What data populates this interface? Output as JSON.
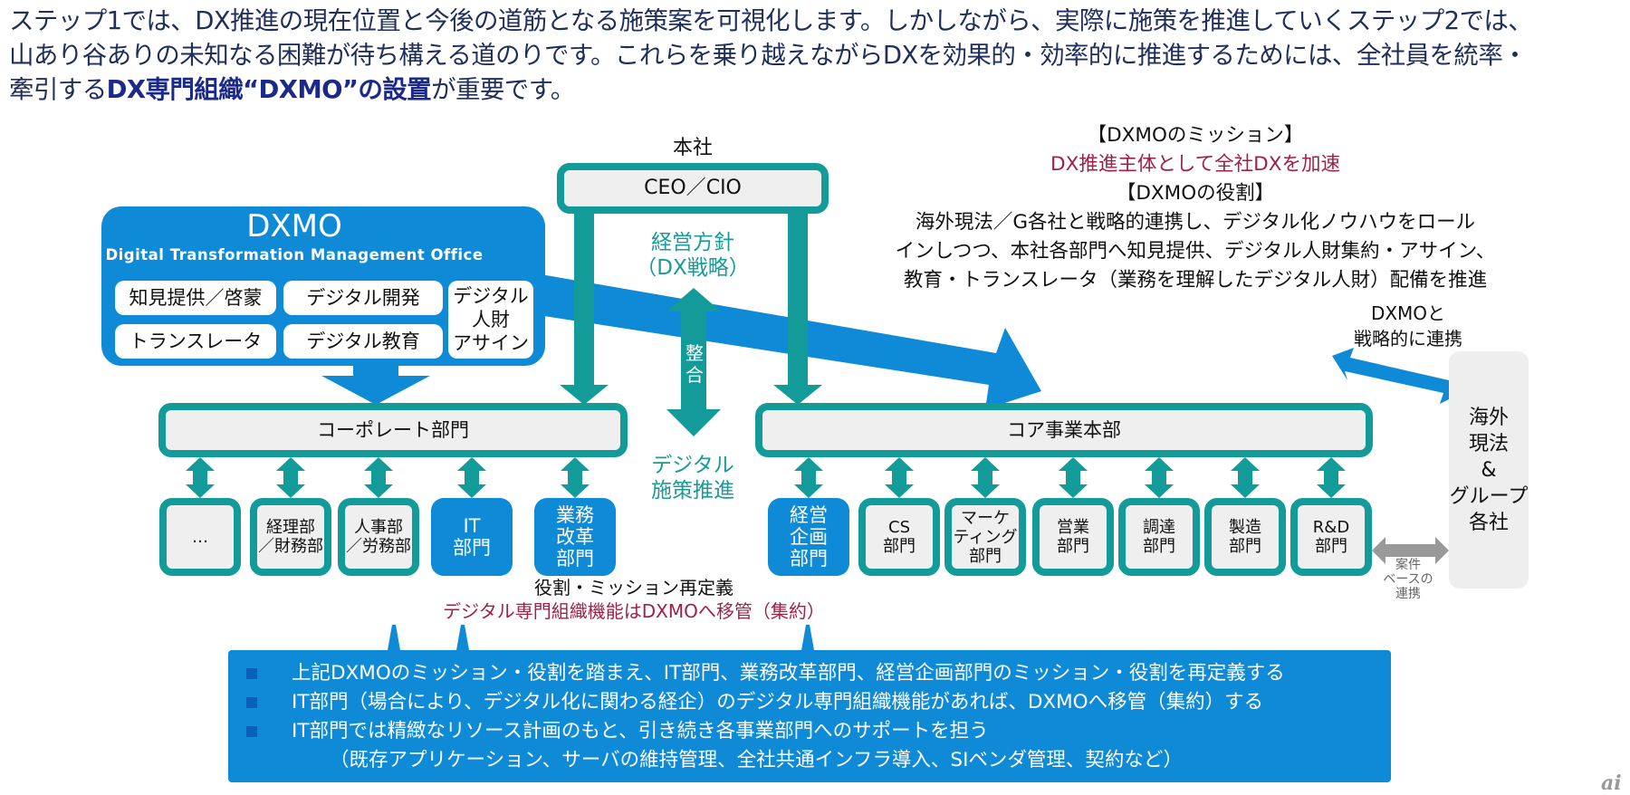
{
  "intro": {
    "line1": "ステップ1では、DX推進の現在位置と今後の道筋となる施策案を可視化します。しかしながら、実際に施策を推進していくステップ2では、",
    "line2": "山あり谷ありの未知なる困難が待ち構える道のりです。これらを乗り越えながらDXを効果的・効率的に推進するためには、全社員を統率・",
    "line3_pre": "牽引する",
    "line3_bold": "DX専門組織“DXMO”の設置",
    "line3_post": "が重要です。"
  },
  "colors": {
    "teal": "#139b99",
    "blue": "#0f8ad6",
    "crimson": "#a02048",
    "navy_text": "#1f2f5a",
    "gray_box": "#efefef"
  },
  "hq": {
    "label": "本社",
    "ceo_cio": "CEO／CIO",
    "policy_line1": "経営方針",
    "policy_line2": "（DX戦略）",
    "align": "整合",
    "digital_line1": "デジタル",
    "digital_line2": "施策推進"
  },
  "dxmo": {
    "title": "DXMO",
    "subtitle": "Digital Transformation Management Office",
    "functions": [
      {
        "label": "知見提供／啓蒙"
      },
      {
        "label": "デジタル開発"
      },
      {
        "label": "トランスレータ"
      },
      {
        "label": "デジタル教育"
      }
    ],
    "talent_line1": "デジタル",
    "talent_line2": "人財",
    "talent_line3": "アサイン"
  },
  "mission": {
    "mission_header": "【DXMOのミッション】",
    "mission_text": "DX推進主体として全社DXを加速",
    "role_header": "【DXMOの役割】",
    "role_line1": "海外現法／G各社と戦略的連携し、デジタル化ノウハウをロール",
    "role_line2": "インしつつ、本社各部門へ知見提供、デジタル人財集約・アサイン、",
    "role_line3": "教育・トランスレータ（業務を理解したデジタル人財）配備を推進"
  },
  "partner_link": {
    "line1": "DXMOと",
    "line2": "戦略的に連携"
  },
  "corporate": {
    "title": "コーポレート部門",
    "departments": [
      {
        "line1": "…",
        "line2": "",
        "line3": "",
        "style": "gray"
      },
      {
        "line1": "経理部",
        "line2": "／財務部",
        "line3": "",
        "style": "gray"
      },
      {
        "line1": "人事部",
        "line2": "／労務部",
        "line3": "",
        "style": "gray"
      },
      {
        "line1": "IT",
        "line2": "部門",
        "line3": "",
        "style": "blue"
      },
      {
        "line1": "業務",
        "line2": "改革",
        "line3": "部門",
        "style": "blue"
      }
    ]
  },
  "core": {
    "title": "コア事業本部",
    "departments": [
      {
        "line1": "経営",
        "line2": "企画",
        "line3": "部門",
        "style": "blue"
      },
      {
        "line1": "CS",
        "line2": "部門",
        "line3": "",
        "style": "gray"
      },
      {
        "line1": "マーケ",
        "line2": "ティング",
        "line3": "部門",
        "style": "gray"
      },
      {
        "line1": "営業",
        "line2": "部門",
        "line3": "",
        "style": "gray"
      },
      {
        "line1": "調達",
        "line2": "部門",
        "line3": "",
        "style": "gray"
      },
      {
        "line1": "製造",
        "line2": "部門",
        "line3": "",
        "style": "gray"
      },
      {
        "line1": "R&D",
        "line2": "部門",
        "line3": "",
        "style": "gray"
      }
    ]
  },
  "overseas": {
    "line1": "海外",
    "line2": "現法",
    "line3": "&",
    "line4": "グループ",
    "line5": "各社",
    "case_line1": "案件",
    "case_line2": "ベースの",
    "case_line3": "連携"
  },
  "redefine": {
    "line1": "役割・ミッション再定義",
    "line2": "デジタル専門組織機能はDXMOへ移管（集約）"
  },
  "bullets": {
    "items": [
      "上記DXMOのミッション・役割を踏まえ、IT部門、業務改革部門、経営企画部門のミッション・役割を再定義する",
      "IT部門（場合により、デジタル化に関わる経企）のデジタル専門組織機能があれば、DXMOへ移管（集約）する",
      "IT部門では精緻なリソース計画のもと、引き続き各事業部門へのサポートを担う"
    ],
    "sub_note": "（既存アプリケーション、サーバの維持管理、全社共通インフラ導入、SIベンダ管理、契約など）"
  },
  "watermark": "ai"
}
